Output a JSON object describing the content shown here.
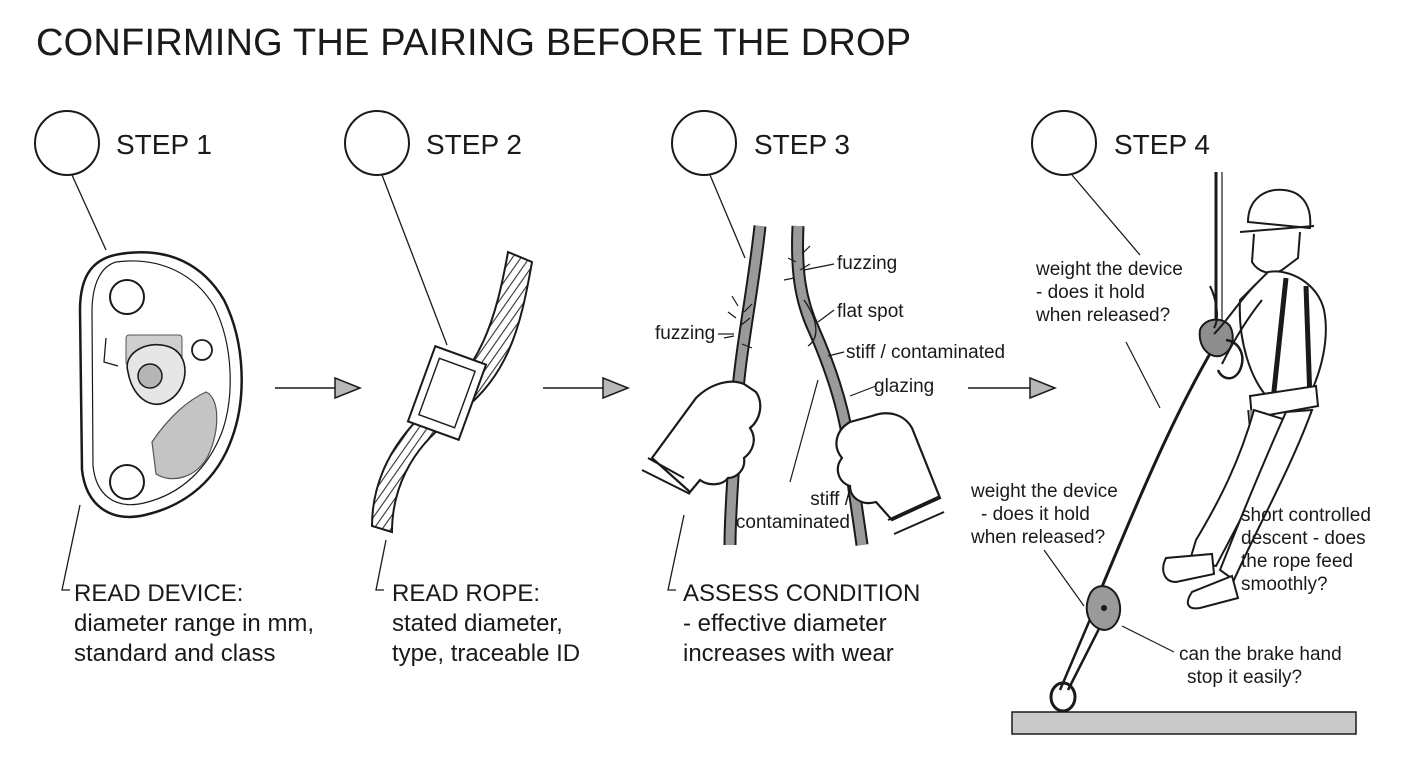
{
  "title": "CONFIRMING THE PAIRING BEFORE THE DROP",
  "steps": [
    {
      "label": "STEP 1",
      "caption_heading": "READ DEVICE:",
      "caption_lines": [
        "diameter range in mm,",
        "standard and class"
      ]
    },
    {
      "label": "STEP 2",
      "caption_heading": "READ ROPE:",
      "caption_lines": [
        "stated diameter,",
        "type, traceable ID"
      ]
    },
    {
      "label": "STEP 3",
      "caption_heading": "ASSESS CONDITION",
      "caption_lines": [
        "- effective diameter",
        "increases with wear"
      ],
      "annotations": {
        "fuzzing_left": "fuzzing",
        "fuzzing_right": "fuzzing",
        "flat_spot": "flat spot",
        "stiff_right": "stiff / contaminated",
        "glazing": "glazing",
        "stiff_bottom": [
          "stiff /",
          "contaminated"
        ]
      }
    },
    {
      "label": "STEP 4",
      "annotations": {
        "weight_top": [
          "weight the device",
          "- does it hold",
          "when released?"
        ],
        "weight_left": [
          "weight the device",
          "- does it hold",
          "when released?"
        ],
        "descent": [
          "short controlled",
          "descent - does",
          "the rope feed",
          "smoothly?"
        ],
        "brake": [
          "can the brake hand",
          "stop it easily?"
        ]
      }
    }
  ]
}
